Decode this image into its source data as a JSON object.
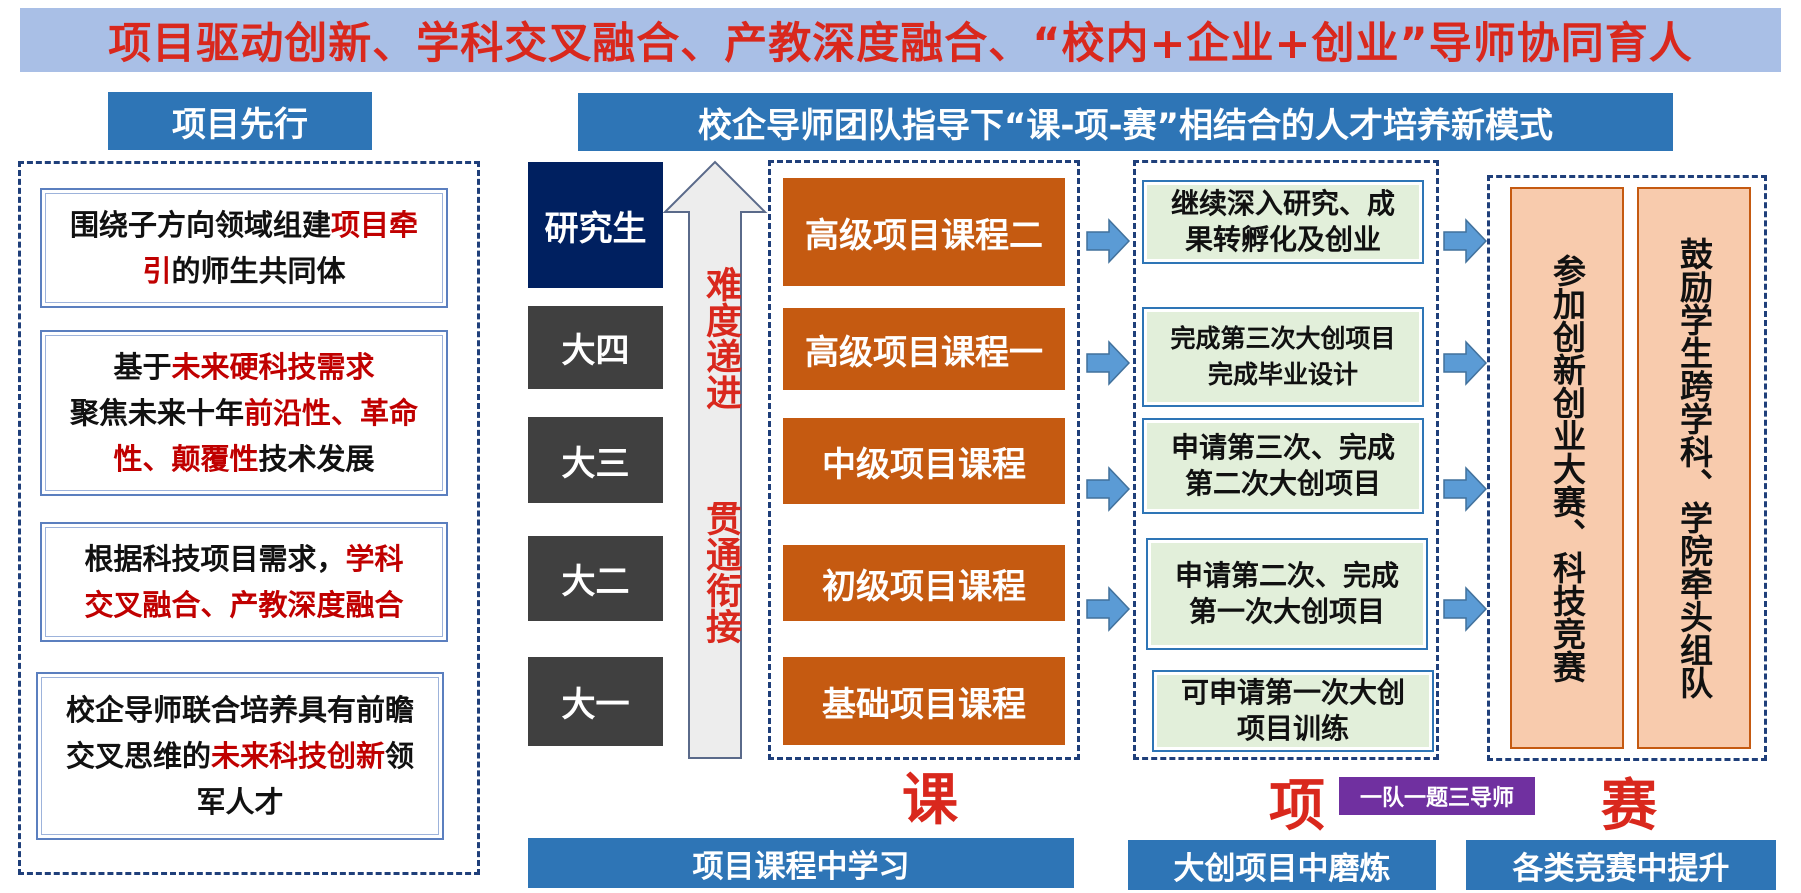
{
  "title": "项目驱动创新、学科交叉融合、产教深度融合、“校内+企业+创业”导师协同育人",
  "left_panel": {
    "header": "项目先行",
    "cards": [
      {
        "lines": [
          [
            {
              "t": "围绕子方向领域组建"
            },
            {
              "t": "项目牵",
              "red": true
            }
          ],
          [
            {
              "t": "引",
              "red": true
            },
            {
              "t": "的师生共同体"
            }
          ]
        ]
      },
      {
        "lines": [
          [
            {
              "t": "基于"
            },
            {
              "t": "未来硬科技需求",
              "red": true
            }
          ],
          [
            {
              "t": "聚焦未来十年"
            },
            {
              "t": "前沿性、革命",
              "red": true
            }
          ],
          [
            {
              "t": "性、颠覆性",
              "red": true
            },
            {
              "t": "技术发展"
            }
          ]
        ]
      },
      {
        "lines": [
          [
            {
              "t": "根据科技项目需求，"
            },
            {
              "t": "学科",
              "red": true
            }
          ],
          [
            {
              "t": "交叉融合、产教深度融合",
              "red": true
            }
          ]
        ]
      },
      {
        "lines": [
          [
            {
              "t": "校企导师联合培养具有前瞻"
            }
          ],
          [
            {
              "t": "交叉思维的"
            },
            {
              "t": "未来科技创新",
              "red": true
            },
            {
              "t": "领"
            }
          ],
          [
            {
              "t": "军人才"
            }
          ]
        ]
      }
    ]
  },
  "main_header": "校企导师团队指导下“课-项-赛”相结合的人才培养新模式",
  "years": [
    "研究生",
    "大四",
    "大三",
    "大二",
    "大一"
  ],
  "difficulty_arrow": {
    "top": "难度递进",
    "bottom": "贯通衔接"
  },
  "courses": [
    "高级项目课程二",
    "高级项目课程一",
    "中级项目课程",
    "初级项目课程",
    "基础项目课程"
  ],
  "projects": [
    [
      "继续深入研究、成",
      "果转孵化及创业"
    ],
    [
      "完成第三次大创项目",
      "完成毕业设计"
    ],
    [
      "申请第三次、完成",
      "第二次大创项目"
    ],
    [
      "申请第二次、完成",
      "第一次大创项目"
    ],
    [
      "可申请第一次大创",
      "项目训练"
    ]
  ],
  "competitions": [
    "参加创新创业大赛、科技竞赛",
    "鼓励学生跨学科、学院牵头组队"
  ],
  "labels": {
    "course": "课",
    "project": "项",
    "competition": "赛",
    "mentor_badge": "一队一题三导师"
  },
  "bottom": {
    "course": "项目课程中学习",
    "project": "大创项目中磨炼",
    "competition": "各类竞赛中提升"
  },
  "colors": {
    "title_red": "#d9281d",
    "header_blue": "#2e75b6",
    "course_orange": "#c55a11",
    "project_green": "#e2efda",
    "competition_peach": "#f8cbad",
    "grad_navy": "#002060",
    "badge_purple": "#7030a0"
  }
}
